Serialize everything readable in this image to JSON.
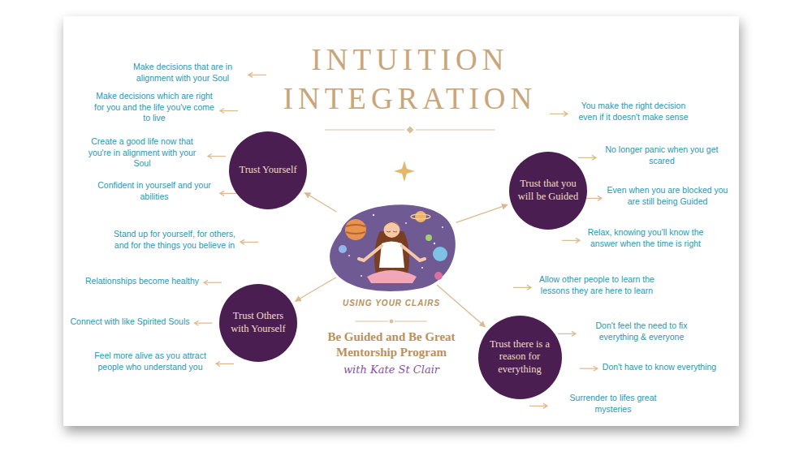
{
  "diagram": {
    "title": "INTUITION INTEGRATION",
    "nodes": [
      {
        "text": [
          "Trust Yourself"
        ]
      },
      {
        "text": [
          "Trust that you will be Guided"
        ]
      },
      {
        "text": [
          "USING YOUR CLAIRS"
        ]
      },
      {
        "text": [
          "Trust Others with Yourself"
        ]
      },
      {
        "text": [
          "Trust there is a reason for everything"
        ]
      }
    ],
    "edges": [
      {
        "from": 2,
        "to": 0,
        "arrow": "to"
      },
      {
        "from": 2,
        "to": 1,
        "arrow": "to"
      },
      {
        "from": 2,
        "to": 3,
        "arrow": "to"
      },
      {
        "from": 2,
        "to": 4,
        "arrow": "to"
      }
    ],
    "labels": [
      "Make decisions that are in alignment with your Soul",
      "Make decisions which are right for you and the life you've come to live",
      "Create a good life now that you're in alignment with your Soul",
      "Confident in yourself and your abilities",
      "Stand up for yourself, for others, and for the things you believe in",
      "Relationships become healthy",
      "Connect with like Spirited Souls",
      "Feel more alive as you attract people who understand you",
      "You make the right decision even if it doesn't make sense",
      "No longer panic when you get scared",
      "Even when you are blocked you are still being Guided",
      "Relax, knowing you'll know the answer when the time is right",
      "Allow other people to learn the lessons they are here to learn",
      "Don't feel the need to fix everything & everyone",
      "Don't have to know everything",
      "Surrender to lifes great mysteries",
      "Be Guided and Be Great Mentorship Program",
      "with Kate St Clair"
    ]
  }
}
